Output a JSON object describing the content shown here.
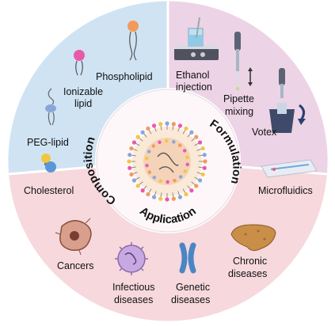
{
  "sections": {
    "composition": {
      "title": "Composition",
      "items": {
        "phospholipid": "Phospholipid",
        "ionizable_1": "Ionizable",
        "ionizable_2": "lipid",
        "peg_lipid": "PEG-lipid",
        "cholesterol": "Cholesterol"
      }
    },
    "formulation": {
      "title": "Formulation",
      "items": {
        "ethanol_1": "Ethanol",
        "ethanol_2": "injection",
        "pipette_1": "Pipette",
        "pipette_2": "mixing",
        "votex": "Votex",
        "microfluidics": "Microfluidics"
      }
    },
    "application": {
      "title": "Application",
      "items": {
        "cancers": "Cancers",
        "infectious_1": "Infectious",
        "infectious_2": "diseases",
        "genetic_1": "Genetic",
        "genetic_2": "diseases",
        "chronic_1": "Chronic",
        "chronic_2": "diseases"
      }
    }
  },
  "colors": {
    "composition_bg": "#cfe3f3",
    "formulation_bg": "#ecd3e6",
    "application_bg": "#f6d8dd",
    "inner_ring": "#ffffff",
    "divider": "#ffffff"
  }
}
